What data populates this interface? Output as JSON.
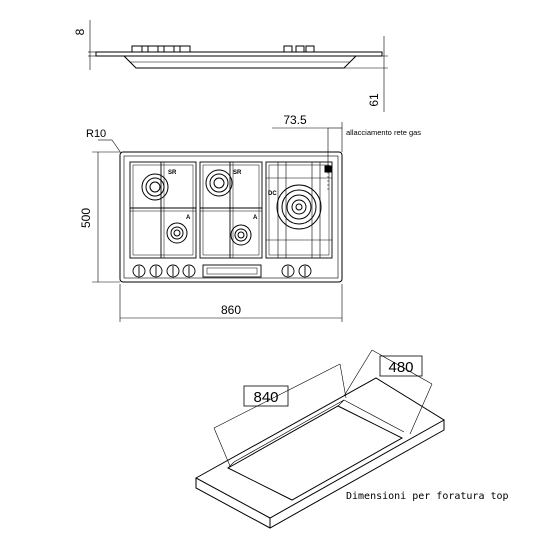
{
  "side_view": {
    "dim_thickness": "8",
    "dim_height": "61"
  },
  "top_view": {
    "dim_radius": "R10",
    "dim_depth": "500",
    "dim_width": "860",
    "dim_gas_offset": "73.5",
    "gas_connection_label": "allacciamento rete gas",
    "burner_labels": {
      "sr_1": "SR",
      "sr_2": "SR",
      "a_1": "A",
      "a_2": "A",
      "dc": "DC"
    }
  },
  "cutout_view": {
    "dim_length": "840",
    "dim_depth": "480",
    "caption": "Dimensioni per foratura top"
  }
}
